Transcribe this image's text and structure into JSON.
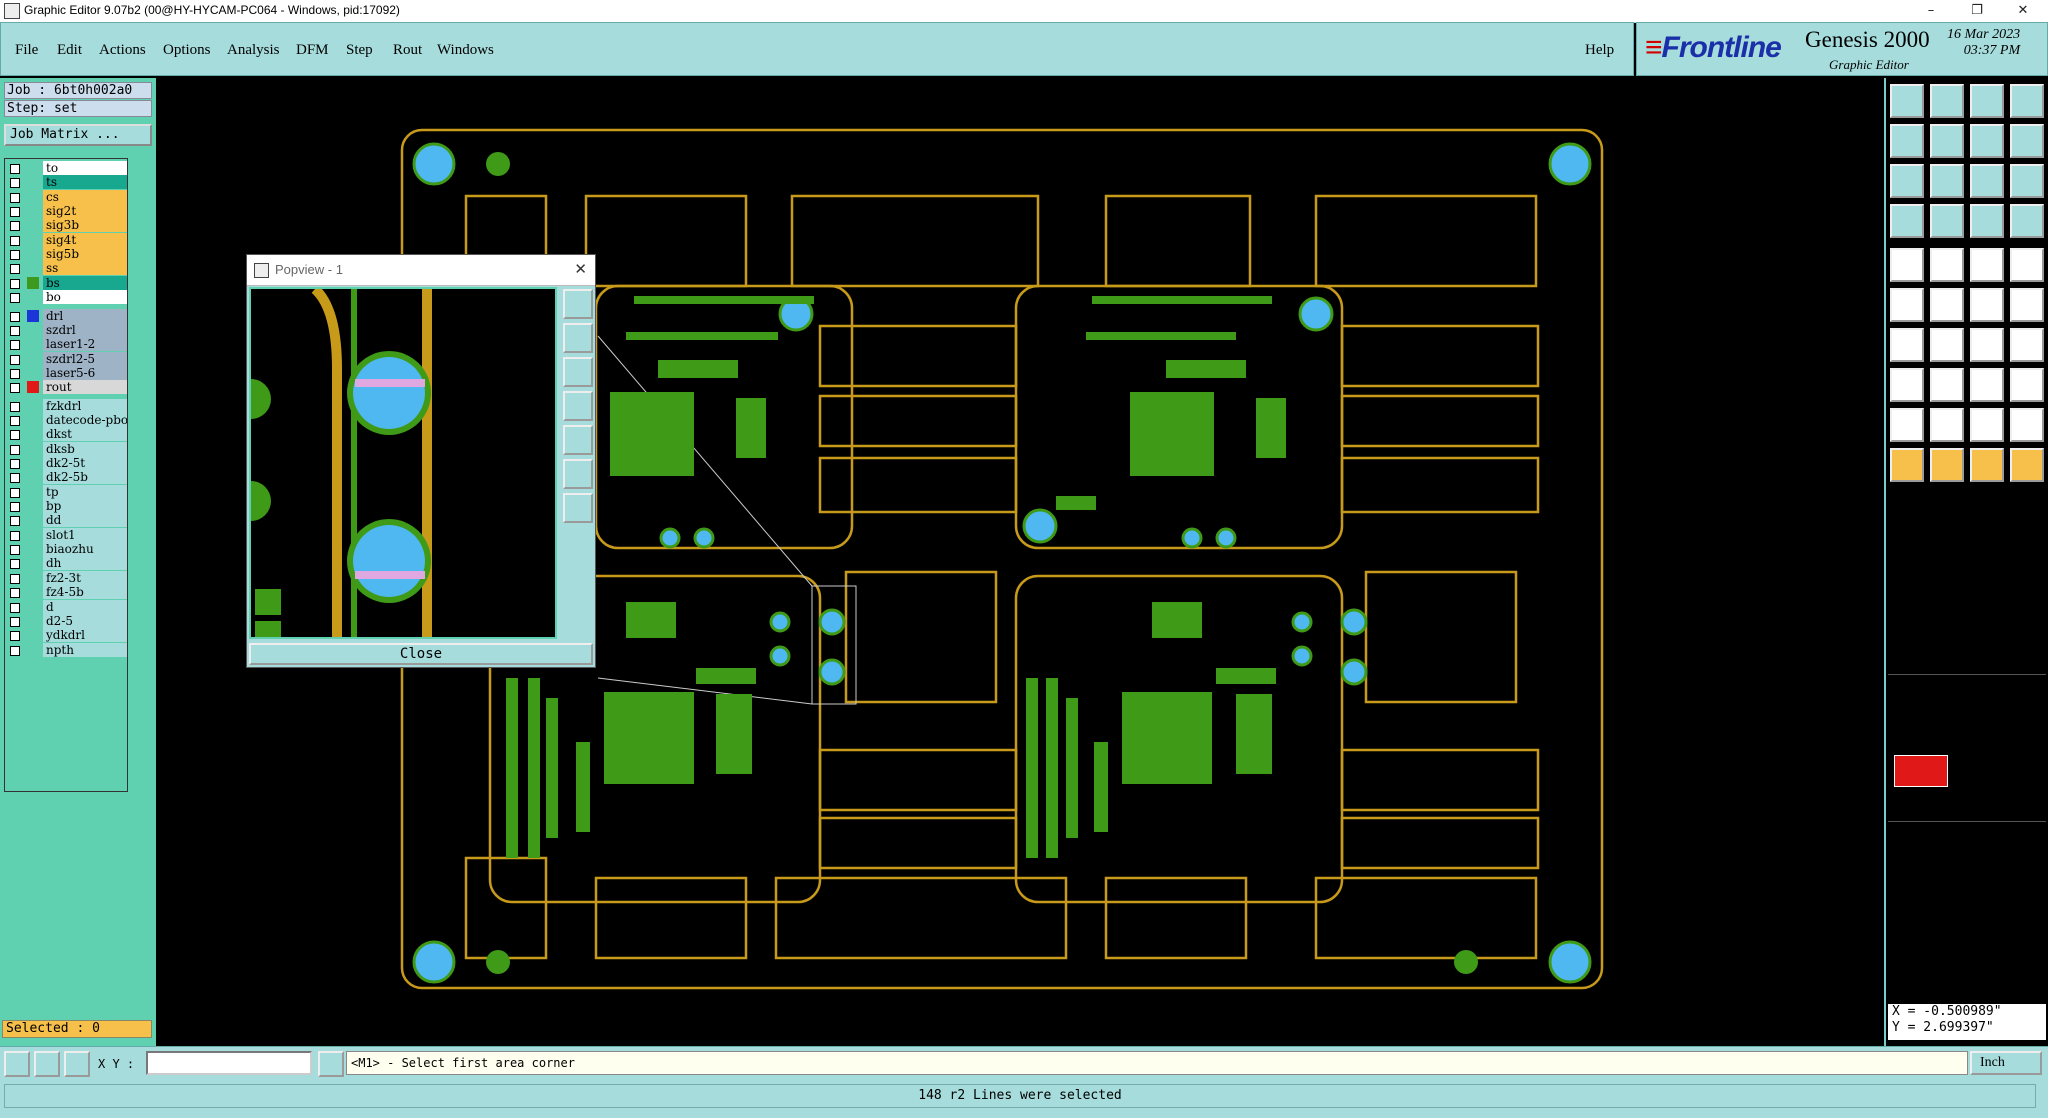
{
  "window": {
    "title": "Graphic Editor 9.07b2 (00@HY-HYCAM-PC064 - Windows, pid:17092)",
    "controls": [
      "–",
      "❐",
      "✕"
    ]
  },
  "menu": {
    "items": [
      "File",
      "Edit",
      "Actions",
      "Options",
      "Analysis",
      "DFM",
      "Step",
      "Rout",
      "Windows"
    ],
    "help": "Help"
  },
  "brand": {
    "logo": "Frontline",
    "product": "Genesis 2000",
    "subtitle": "Graphic Editor",
    "date": "16 Mar 2023",
    "time": "03:37 PM"
  },
  "left_panel": {
    "job": "Job : 6bt0h002a0",
    "step": "Step: set",
    "matrix_button": "Job Matrix ...",
    "selected": "Selected : 0",
    "layers": [
      {
        "name": "to",
        "color": "#ffffff",
        "swatch": ""
      },
      {
        "name": "ts",
        "color": "#18a890",
        "swatch": ""
      },
      {
        "name": "cs",
        "color": "#f7c04a",
        "swatch": ""
      },
      {
        "name": "sig2t",
        "color": "#f7c04a",
        "swatch": ""
      },
      {
        "name": "sig3b",
        "color": "#f7c04a",
        "swatch": ""
      },
      {
        "name": "sig4t",
        "color": "#f7c04a",
        "swatch": ""
      },
      {
        "name": "sig5b",
        "color": "#f7c04a",
        "swatch": ""
      },
      {
        "name": "ss",
        "color": "#f7c04a",
        "swatch": ""
      },
      {
        "name": "bs",
        "color": "#18a890",
        "swatch": "#3d9a1e"
      },
      {
        "name": "bo",
        "color": "#ffffff",
        "swatch": ""
      },
      {
        "name": "drl",
        "color": "#9fb3c6",
        "swatch": "#1c35d8"
      },
      {
        "name": "szdrl",
        "color": "#9fb3c6",
        "swatch": ""
      },
      {
        "name": "laser1-2",
        "color": "#9fb3c6",
        "swatch": ""
      },
      {
        "name": "szdrl2-5",
        "color": "#9fb3c6",
        "swatch": ""
      },
      {
        "name": "laser5-6",
        "color": "#9fb3c6",
        "swatch": ""
      },
      {
        "name": "rout",
        "color": "#d8d8d8",
        "swatch": "#e01818"
      },
      {
        "name": "fzkdrl",
        "color": "#a6dcdc",
        "swatch": ""
      },
      {
        "name": "datecode-pbo",
        "color": "#a6dcdc",
        "swatch": ""
      },
      {
        "name": "dkst",
        "color": "#a6dcdc",
        "swatch": ""
      },
      {
        "name": "dksb",
        "color": "#a6dcdc",
        "swatch": ""
      },
      {
        "name": "dk2-5t",
        "color": "#a6dcdc",
        "swatch": ""
      },
      {
        "name": "dk2-5b",
        "color": "#a6dcdc",
        "swatch": ""
      },
      {
        "name": "tp",
        "color": "#a6dcdc",
        "swatch": ""
      },
      {
        "name": "bp",
        "color": "#a6dcdc",
        "swatch": ""
      },
      {
        "name": "dd",
        "color": "#a6dcdc",
        "swatch": ""
      },
      {
        "name": "slot1",
        "color": "#a6dcdc",
        "swatch": ""
      },
      {
        "name": "biaozhu",
        "color": "#a6dcdc",
        "swatch": ""
      },
      {
        "name": "dh",
        "color": "#a6dcdc",
        "swatch": ""
      },
      {
        "name": "fz2-3t",
        "color": "#a6dcdc",
        "swatch": ""
      },
      {
        "name": "fz4-5b",
        "color": "#a6dcdc",
        "swatch": ""
      },
      {
        "name": "d",
        "color": "#a6dcdc",
        "swatch": ""
      },
      {
        "name": "d2-5",
        "color": "#a6dcdc",
        "swatch": ""
      },
      {
        "name": "ydkdrl",
        "color": "#a6dcdc",
        "swatch": ""
      },
      {
        "name": "npth",
        "color": "#a6dcdc",
        "swatch": ""
      }
    ]
  },
  "popview": {
    "title": "Popview - 1",
    "close_label": "Close"
  },
  "coords": {
    "x": "X = -0.500989\"",
    "y": "Y = 2.699397\""
  },
  "command_bar": {
    "xy_label": "X Y :",
    "xy_value": "",
    "prompt": "<M1> - Select first area corner",
    "unit": "Inch"
  },
  "status": {
    "message": "148 r2 Lines were selected"
  },
  "colors": {
    "outline": "#c79a1a",
    "copper": "#3e9a17",
    "drill": "#4fb8f0",
    "panel": "#a6dcdc",
    "layer_bg": "#5fd0b0"
  }
}
